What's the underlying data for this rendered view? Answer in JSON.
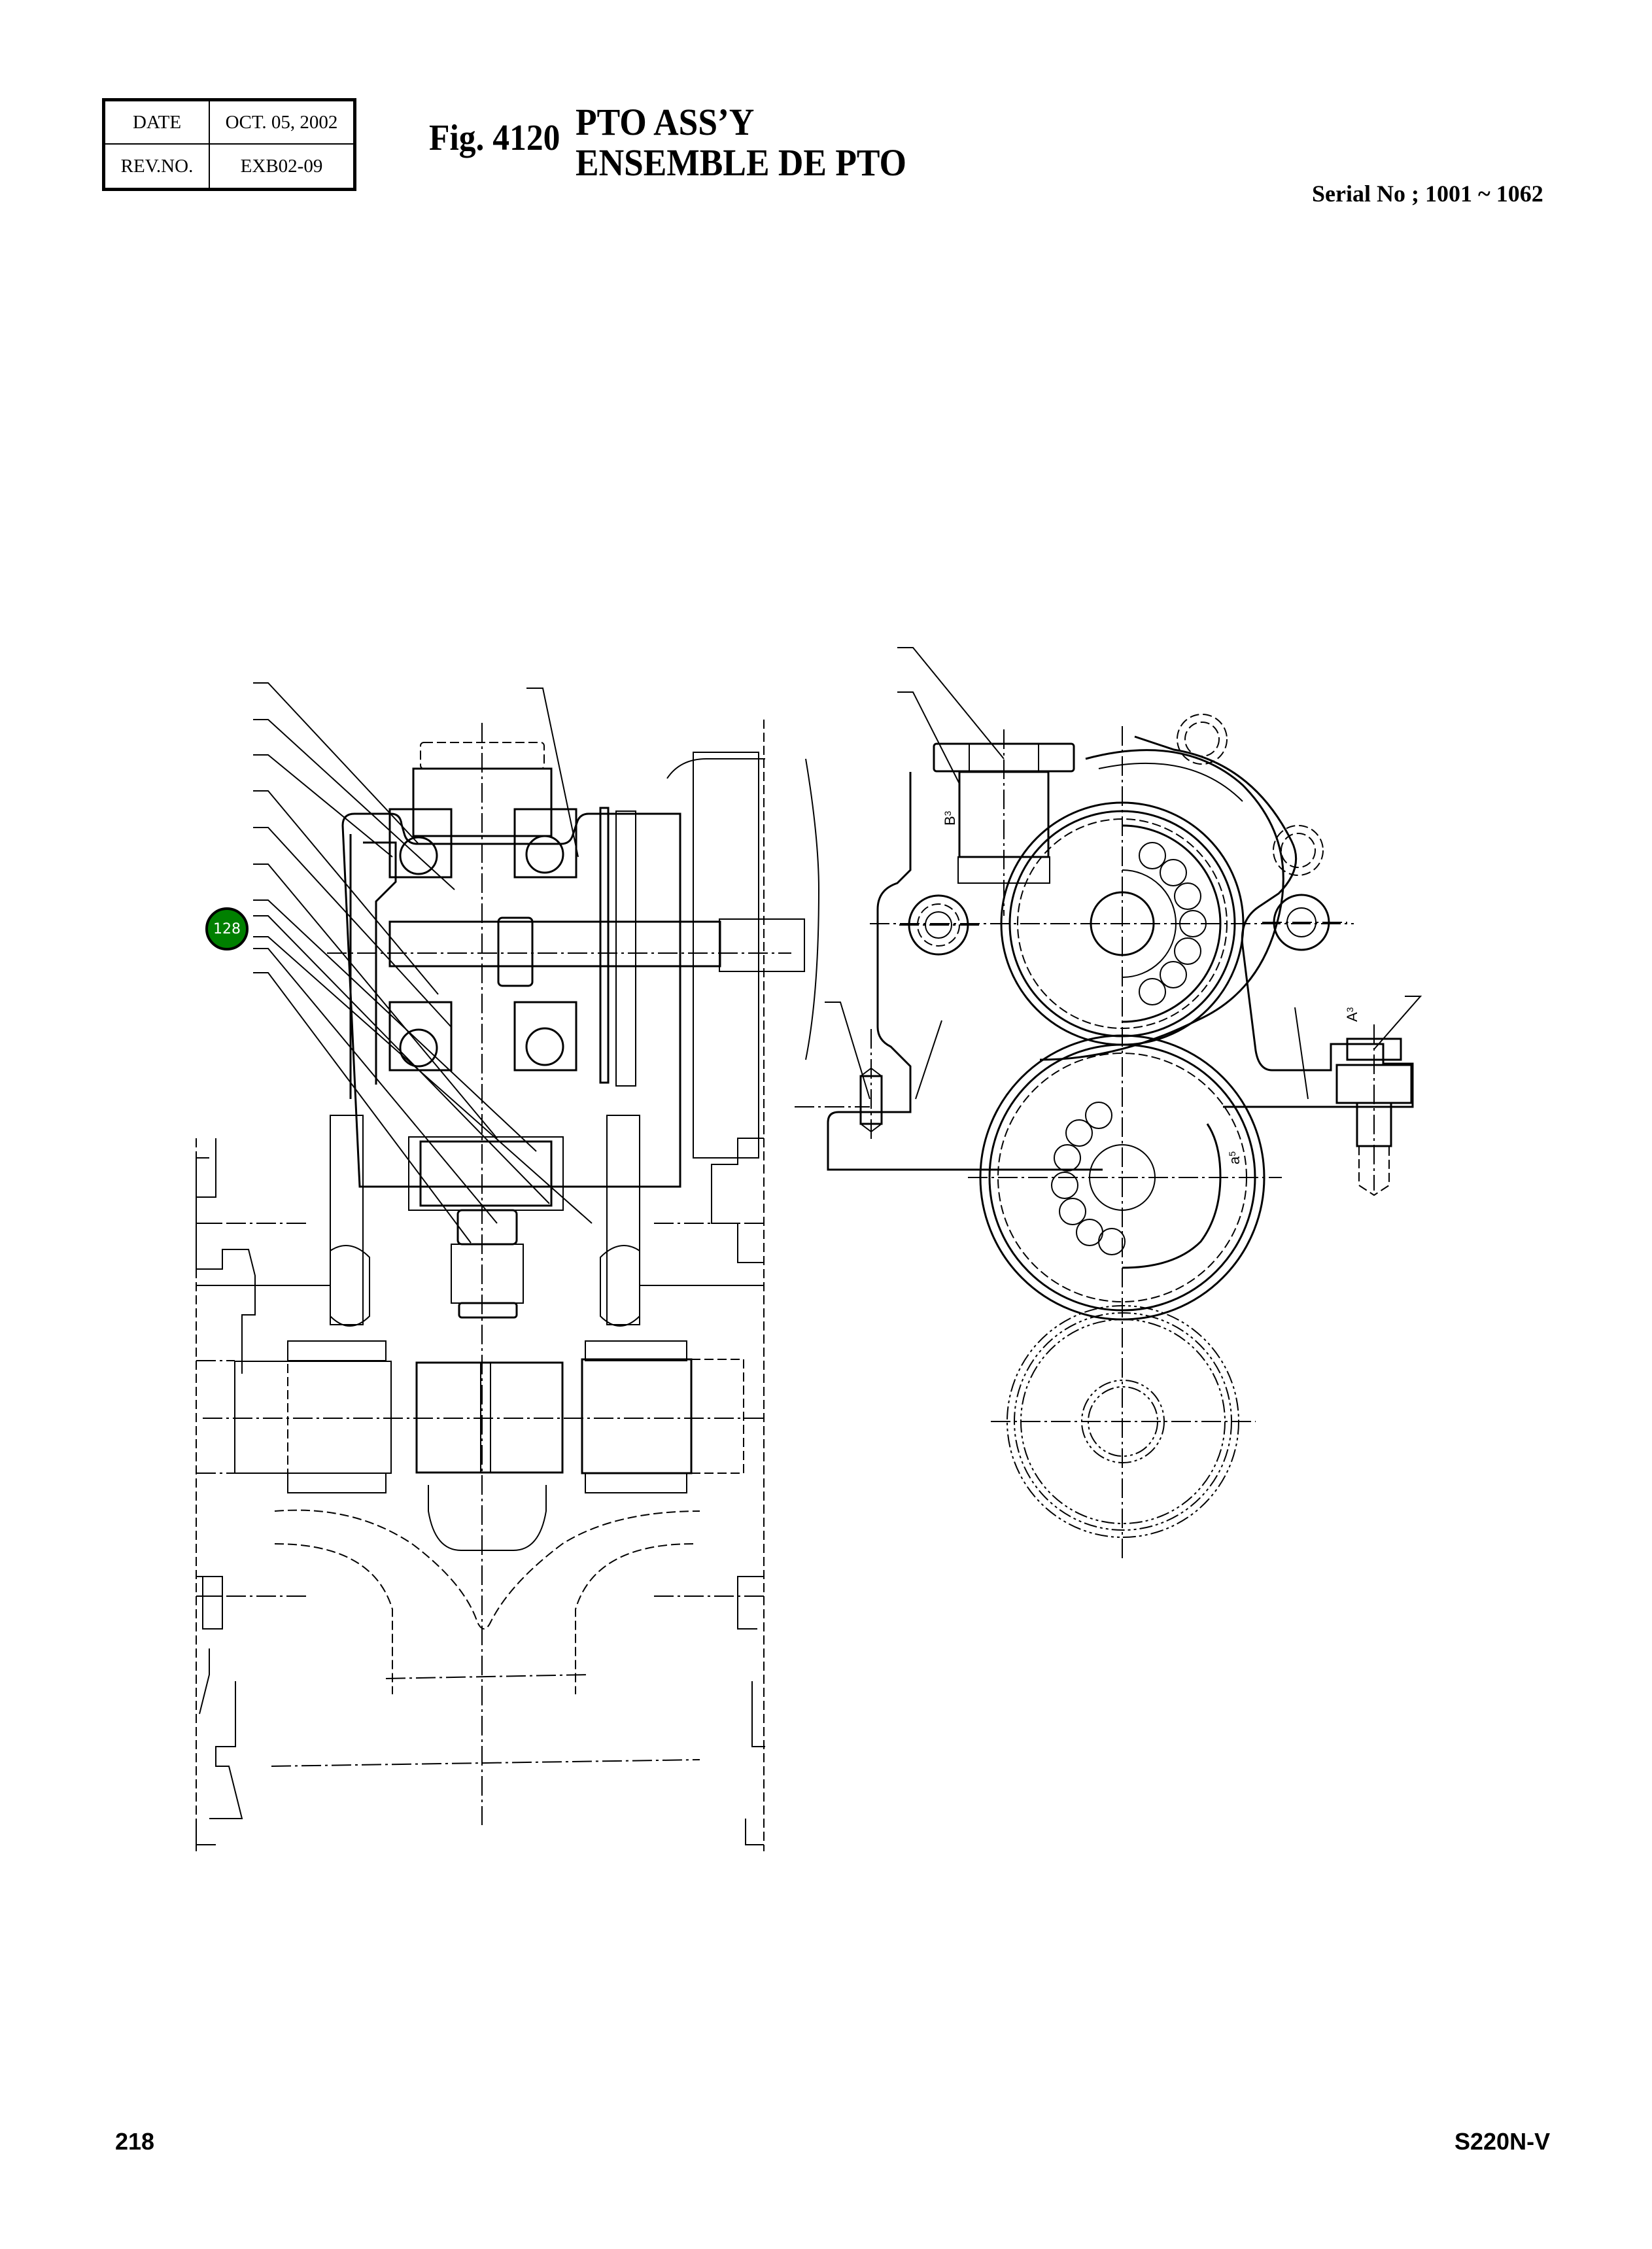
{
  "revision_table": {
    "date_label": "DATE",
    "date_value": "OCT. 05, 2002",
    "rev_label": "REV.NO.",
    "rev_value": "EXB02-09"
  },
  "figure": {
    "number": "Fig. 4120",
    "title_en": "PTO ASS’Y",
    "title_fr": "ENSEMBLE DE PTO"
  },
  "serial": "Serial No ; 1001 ~ 1062",
  "callouts": [
    {
      "label": "128",
      "color": "#008000"
    }
  ],
  "drawing_labels": {
    "b3": "B",
    "b3_sub": "3",
    "a3": "A",
    "a3_sub": "3",
    "a5": "a",
    "a5_sub": "5"
  },
  "footer": {
    "page_number": "218",
    "model": "S220N-V"
  }
}
